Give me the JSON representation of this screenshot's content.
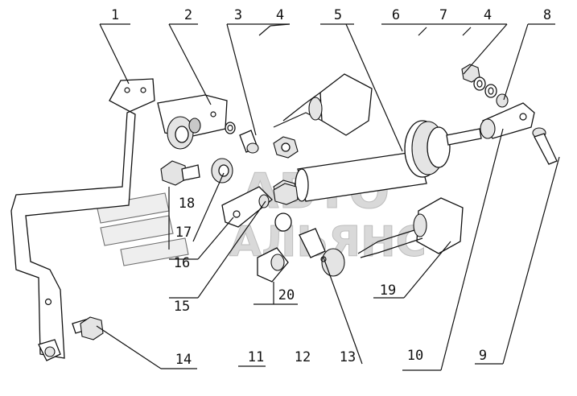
{
  "diagram": {
    "callouts": [
      {
        "id": "c1",
        "label": "1"
      },
      {
        "id": "c2",
        "label": "2"
      },
      {
        "id": "c3",
        "label": "3"
      },
      {
        "id": "c4a",
        "label": "4"
      },
      {
        "id": "c5",
        "label": "5"
      },
      {
        "id": "c6",
        "label": "6"
      },
      {
        "id": "c7",
        "label": "7"
      },
      {
        "id": "c4b",
        "label": "4"
      },
      {
        "id": "c8",
        "label": "8"
      },
      {
        "id": "c9",
        "label": "9"
      },
      {
        "id": "c10",
        "label": "10"
      },
      {
        "id": "c11",
        "label": "11"
      },
      {
        "id": "c12",
        "label": "12"
      },
      {
        "id": "c13",
        "label": "13"
      },
      {
        "id": "c14",
        "label": "14"
      },
      {
        "id": "c15",
        "label": "15"
      },
      {
        "id": "c16",
        "label": "16"
      },
      {
        "id": "c17",
        "label": "17"
      },
      {
        "id": "c18",
        "label": "18"
      },
      {
        "id": "c19",
        "label": "19"
      },
      {
        "id": "c20",
        "label": "20"
      }
    ]
  },
  "watermark": {
    "line1": "АВТО",
    "line2": "АЛЬЯНС"
  }
}
